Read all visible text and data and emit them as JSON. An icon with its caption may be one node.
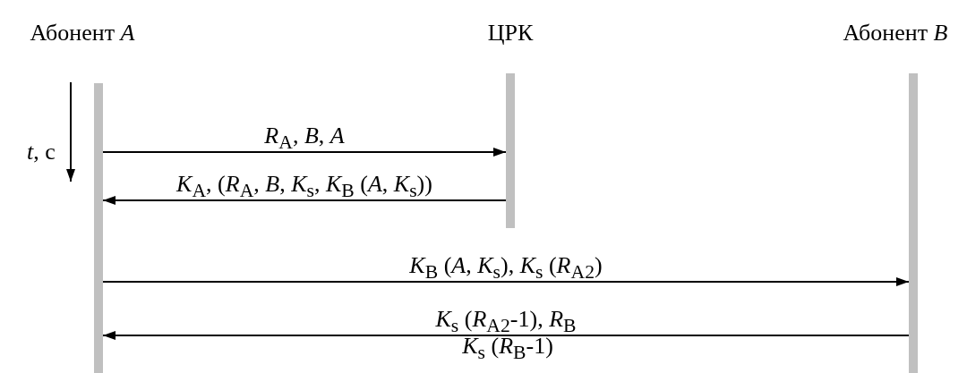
{
  "diagram": {
    "nodes": [
      {
        "text": [
          "Абонент *A*"
        ]
      },
      {
        "text": [
          "ЦРК"
        ]
      },
      {
        "text": [
          "Абонент *B*"
        ]
      }
    ],
    "edges": [
      {
        "from": 0,
        "to": 1,
        "arrow": "to",
        "label": "*R*$_{A}$, *B*, *A*"
      },
      {
        "from": 1,
        "to": 0,
        "arrow": "to",
        "label": "*K*$_{A}$, (*R*$_{A}$, *B*, *K*$_{s}$, *K*$_{B}$ (*A*, *K*$_{s}$))"
      },
      {
        "from": 0,
        "to": 2,
        "arrow": "to",
        "label": "*K*$_{B}$ (*A*, *K*$_{s}$), *K*$_{s}$ (*R*$_{A2}$)"
      },
      {
        "from": 2,
        "to": 0,
        "arrow": "to",
        "label": "*K*$_{s}$ (*R*$_{A2}$-1), *R*$_{B}$"
      }
    ],
    "labels": [
      "*t*, с",
      "*K*$_{s}$ (*R*$_{B}$-1)"
    ]
  }
}
